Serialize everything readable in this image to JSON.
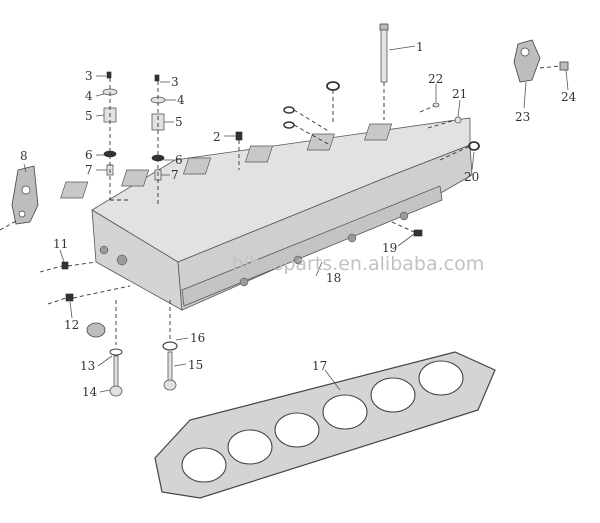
{
  "watermark": "hjbusparts.en.alibaba.com",
  "callouts": [
    {
      "id": "1",
      "label": "1"
    },
    {
      "id": "2",
      "label": "2"
    },
    {
      "id": "3a",
      "label": "3"
    },
    {
      "id": "3b",
      "label": "3"
    },
    {
      "id": "4a",
      "label": "4"
    },
    {
      "id": "4b",
      "label": "4"
    },
    {
      "id": "5a",
      "label": "5"
    },
    {
      "id": "5b",
      "label": "5"
    },
    {
      "id": "6a",
      "label": "6"
    },
    {
      "id": "6b",
      "label": "6"
    },
    {
      "id": "7a",
      "label": "7"
    },
    {
      "id": "7b",
      "label": "7"
    },
    {
      "id": "8",
      "label": "8"
    },
    {
      "id": "11",
      "label": "11"
    },
    {
      "id": "12",
      "label": "12"
    },
    {
      "id": "13",
      "label": "13"
    },
    {
      "id": "14",
      "label": "14"
    },
    {
      "id": "15",
      "label": "15"
    },
    {
      "id": "16",
      "label": "16"
    },
    {
      "id": "17",
      "label": "17"
    },
    {
      "id": "18",
      "label": "18"
    },
    {
      "id": "19",
      "label": "19"
    },
    {
      "id": "20",
      "label": "20"
    },
    {
      "id": "21",
      "label": "21"
    },
    {
      "id": "22",
      "label": "22"
    },
    {
      "id": "23",
      "label": "23"
    },
    {
      "id": "24",
      "label": "24"
    }
  ]
}
